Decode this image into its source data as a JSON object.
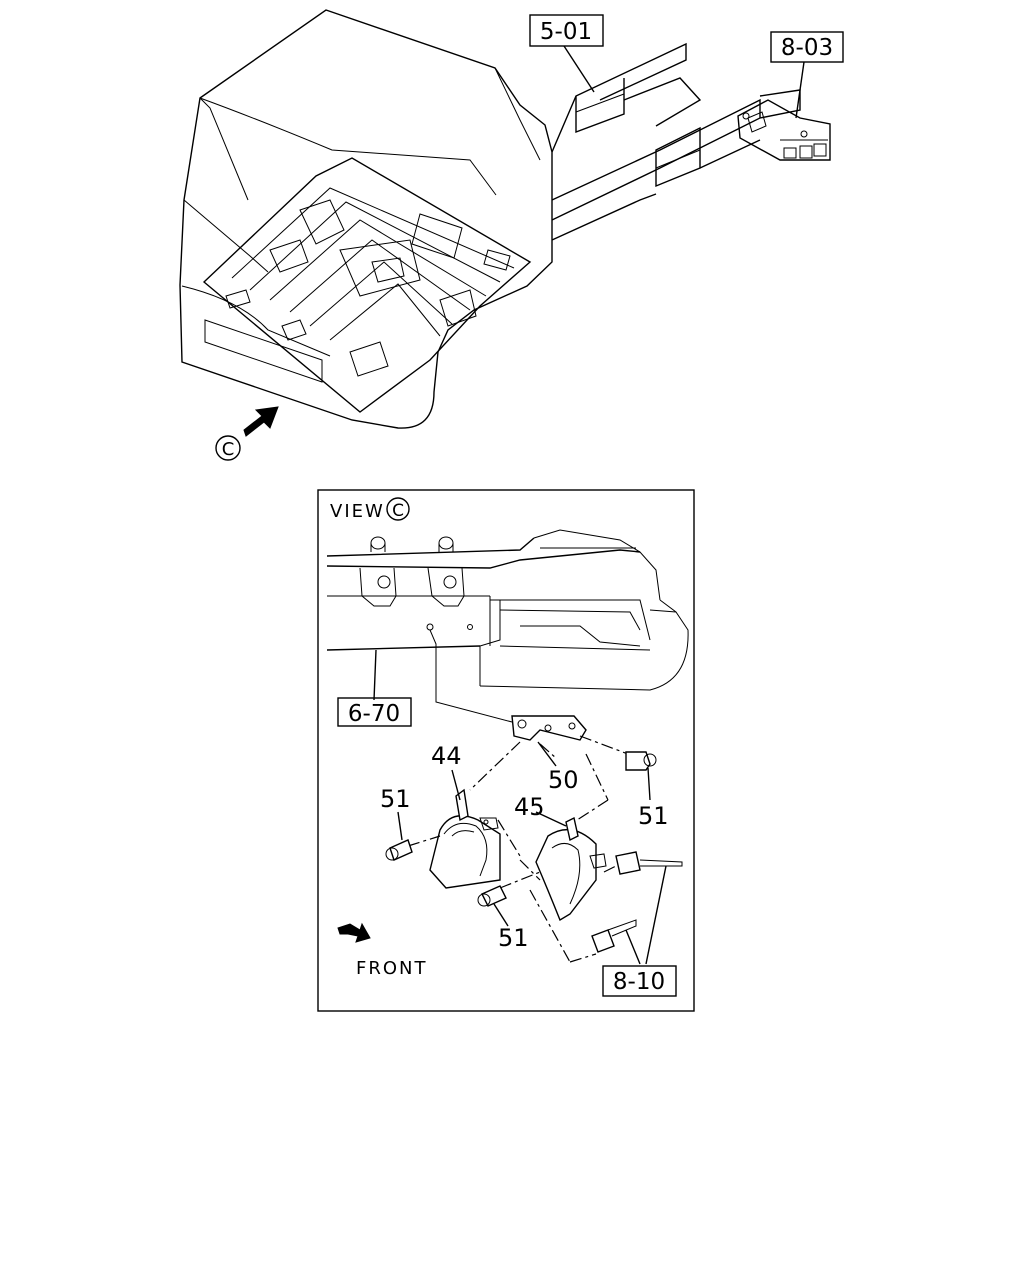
{
  "references": {
    "r501": "5-01",
    "r803": "8-03",
    "r670": "6-70",
    "r810": "8-10"
  },
  "view_marker": {
    "symbol": "C"
  },
  "detail": {
    "title": "VIEW",
    "front_label": "FRONT"
  },
  "callouts": {
    "c44": "44",
    "c45": "45",
    "c50": "50",
    "c51_left": "51",
    "c51_right": "51",
    "c51_bottom": "51"
  }
}
